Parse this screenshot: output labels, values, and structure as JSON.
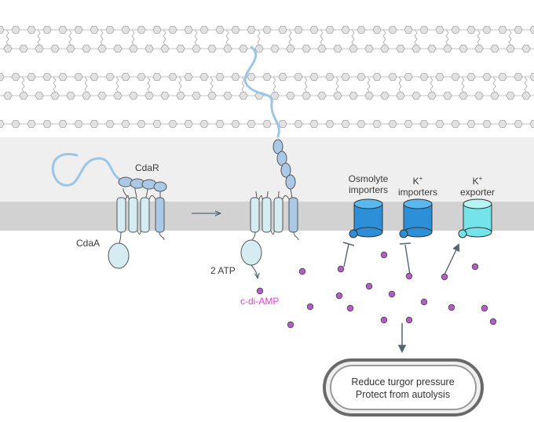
{
  "labels": {
    "cdaR": "CdaR",
    "cdaA": "CdaA",
    "atp": "2 ATP",
    "cdiamp": "c-di-AMP",
    "osmolyte_line1": "Osmolyte",
    "osmolyte_line2": "importers",
    "k_import_ion": "K",
    "k_import_sup": "+",
    "k_import_line2": "importers",
    "k_export_ion": "K",
    "k_export_sup": "+",
    "k_export_line2": "exporter"
  },
  "outcome": {
    "line1": "Reduce turgor pressure",
    "line2": "Protect from autolysis"
  },
  "colors": {
    "cell_wall": "#b8b8b8",
    "membrane_outer": "#efefef",
    "membrane_core": "#d2d2d2",
    "cdaA_fill": "#d6ecf3",
    "cdaR_fill": "#a9c9e6",
    "peptide_line": "#9cc6e6",
    "osmolyte_importer": "#2e8fd9",
    "k_importer": "#2e8fd9",
    "k_exporter": "#74e4ea",
    "cdiamp_dot": "#b45cc8",
    "arrow": "#556570"
  }
}
